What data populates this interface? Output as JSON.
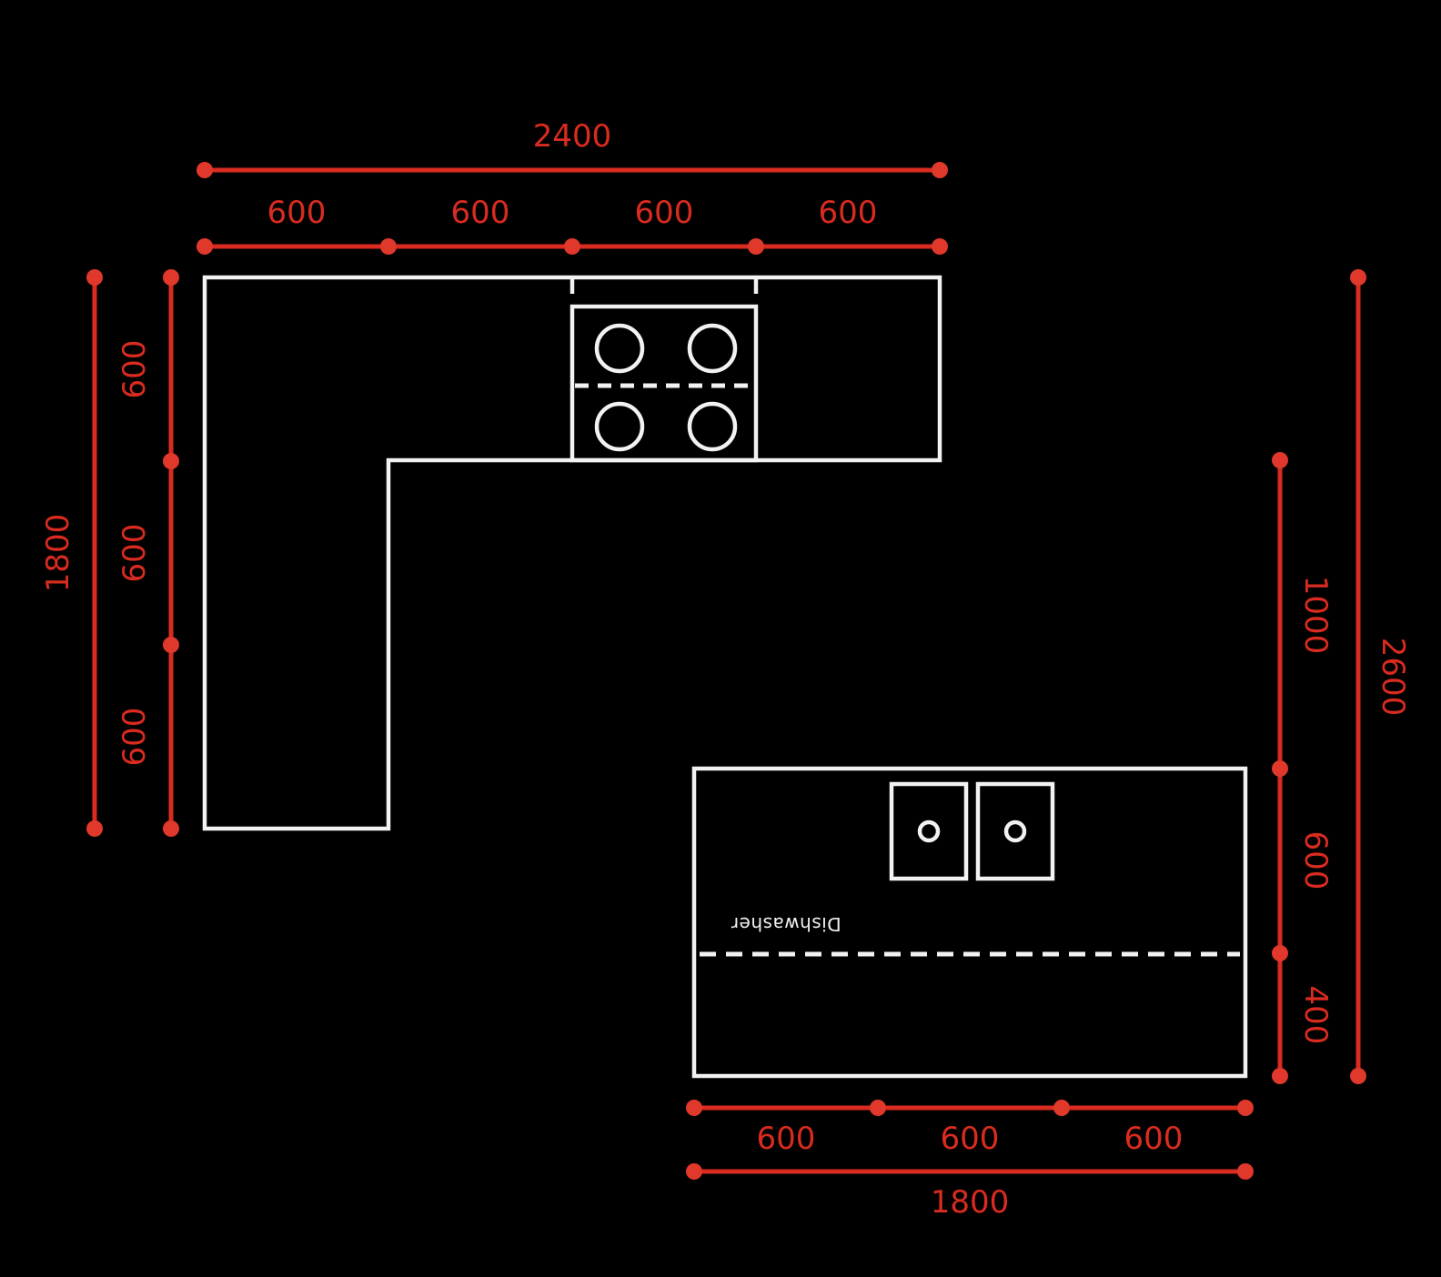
{
  "colors": {
    "background": "#000000",
    "dimension_red": "#d92b1f",
    "dimension_dot_red": "#e0382a",
    "outline_white": "#f2f2f2"
  },
  "plan": {
    "top_dimension": {
      "overall": "2400",
      "segments": [
        "600",
        "600",
        "600",
        "600"
      ]
    },
    "left_dimension": {
      "overall": "1800",
      "segments": [
        "600",
        "600",
        "600"
      ]
    },
    "right_dimension": {
      "overall": "2600",
      "segments": [
        "1000",
        "600",
        "400"
      ]
    },
    "bottom_dimension": {
      "overall": "1800",
      "segments": [
        "600",
        "600",
        "600"
      ]
    },
    "island": {
      "appliance_label": "Dishwasher"
    }
  }
}
